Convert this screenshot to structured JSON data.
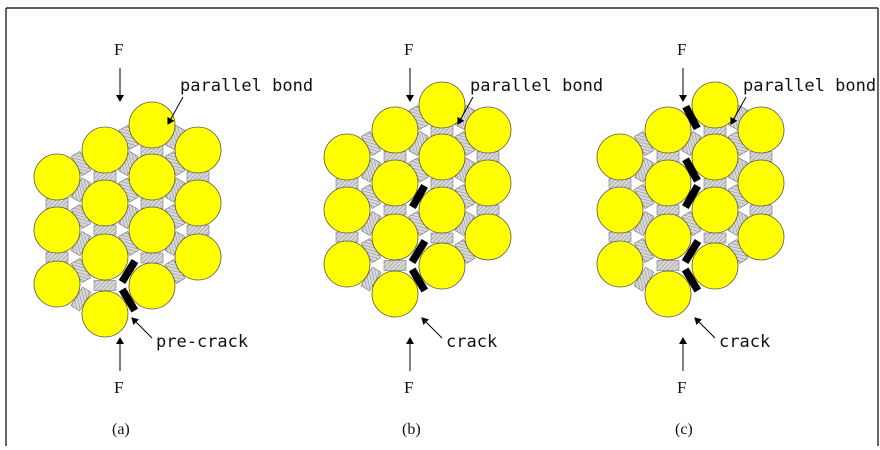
{
  "panels": [
    {
      "caption": "(a)",
      "top_force": "F",
      "bottom_force": "F",
      "bond_label": "parallel bond",
      "crack_label": "pre-crack"
    },
    {
      "caption": "(b)",
      "top_force": "F",
      "bottom_force": "F",
      "bond_label": "parallel bond",
      "crack_label": "crack"
    },
    {
      "caption": "(c)",
      "top_force": "F",
      "bottom_force": "F",
      "bond_label": "parallel bond",
      "crack_label": "crack"
    }
  ],
  "colors": {
    "particle": "#ffff00",
    "particle_stroke": "#555555",
    "bond": "#c8c8c8",
    "crack": "#000000",
    "frame": "#000000"
  }
}
